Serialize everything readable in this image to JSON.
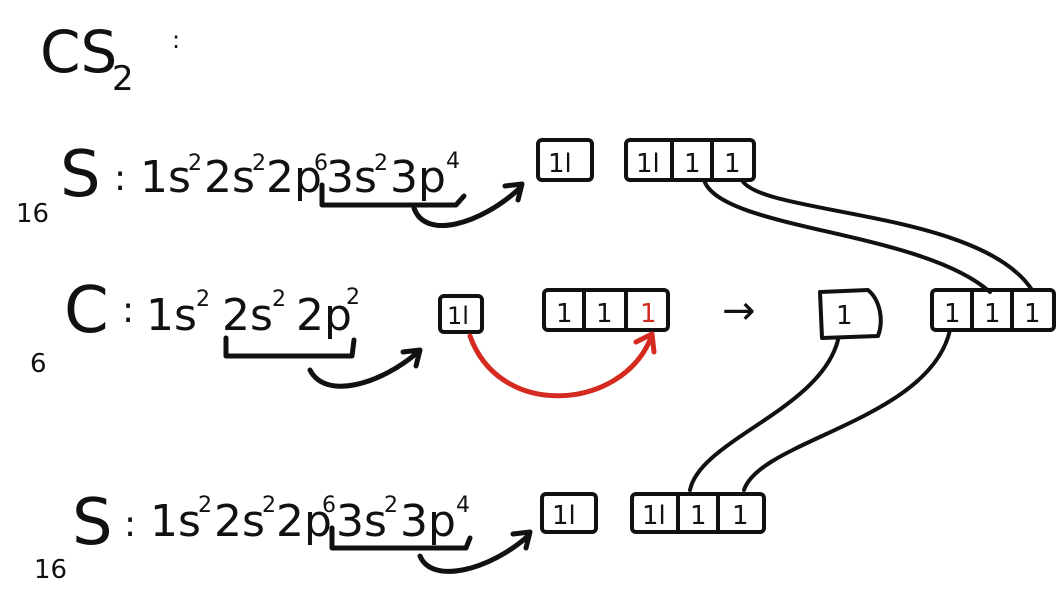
{
  "title": {
    "main": "CS",
    "subscript": "2",
    "suffix": ":"
  },
  "rows": [
    {
      "atomic_number": "16",
      "symbol": "S",
      "separator": ":",
      "config": [
        {
          "sub": "1s",
          "exp": "2"
        },
        {
          "sub": "2s",
          "exp": "2"
        },
        {
          "sub": "2p",
          "exp": "6"
        },
        {
          "sub": "3s",
          "exp": "2"
        },
        {
          "sub": "3p",
          "exp": "4"
        }
      ],
      "s_box": [
        "1l"
      ],
      "p_boxes": [
        "1l",
        "1",
        "1"
      ]
    },
    {
      "atomic_number": "6",
      "symbol": "C",
      "separator": ":",
      "config": [
        {
          "sub": "1s",
          "exp": "2"
        },
        {
          "sub": "2s",
          "exp": "2"
        },
        {
          "sub": "2p",
          "exp": "2"
        }
      ],
      "s_box": [
        "1l"
      ],
      "p_boxes": [
        "1",
        "1",
        "1"
      ],
      "arrow_label": "→",
      "hybrid_s": [
        "1"
      ],
      "hybrid_p": [
        "1",
        "1",
        "1"
      ]
    },
    {
      "atomic_number": "16",
      "symbol": "S",
      "separator": ":",
      "config": [
        {
          "sub": "1s",
          "exp": "2"
        },
        {
          "sub": "2s",
          "exp": "2"
        },
        {
          "sub": "2p",
          "exp": "6"
        },
        {
          "sub": "3s",
          "exp": "2"
        },
        {
          "sub": "3p",
          "exp": "4"
        }
      ],
      "s_box": [
        "1l"
      ],
      "p_boxes": [
        "1l",
        "1",
        "1"
      ]
    }
  ],
  "colors": {
    "ink": "#111111",
    "promotion": "#d42a1f"
  }
}
